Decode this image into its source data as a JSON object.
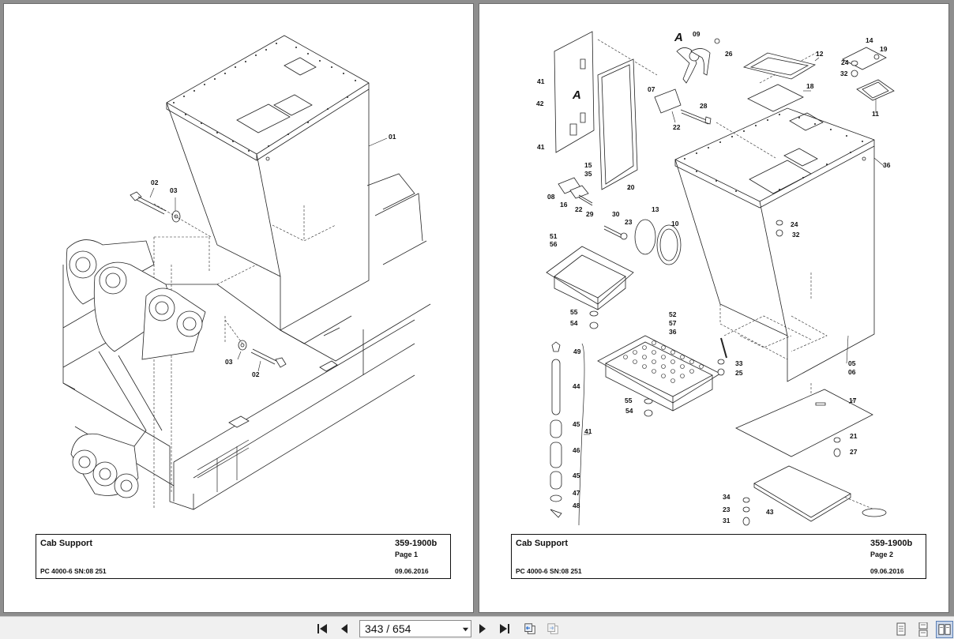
{
  "viewer": {
    "page_indicator": "343 / 654"
  },
  "pages": [
    {
      "title": "Cab Support",
      "doc_number": "359-1900b",
      "page_label": "Page 1",
      "model": "PC 4000-6 SN:08 251",
      "date": "09.06.2016",
      "callouts": [
        "01",
        "02",
        "03",
        "03",
        "02"
      ]
    },
    {
      "title": "Cab Support",
      "doc_number": "359-1900b",
      "page_label": "Page 2",
      "model": "PC 4000-6 SN:08 251",
      "date": "09.06.2016",
      "detail_label": "A",
      "callouts": [
        "09",
        "26",
        "12",
        "14",
        "19",
        "24",
        "32",
        "11",
        "18",
        "07",
        "28",
        "22",
        "41",
        "42",
        "41",
        "15",
        "35",
        "20",
        "36",
        "08",
        "16",
        "22",
        "29",
        "30",
        "23",
        "13",
        "10",
        "24",
        "32",
        "51",
        "56",
        "55",
        "54",
        "52",
        "57",
        "36",
        "49",
        "44",
        "41",
        "45",
        "46",
        "45",
        "47",
        "48",
        "33",
        "25",
        "05",
        "06",
        "55",
        "54",
        "17",
        "21",
        "27",
        "34",
        "23",
        "31",
        "43"
      ]
    }
  ],
  "icons": {
    "first_page": "first-page-icon",
    "prev_page": "previous-page-icon",
    "next_page": "next-page-icon",
    "last_page": "last-page-icon",
    "go_back": "go-back-view-icon",
    "go_forward": "go-forward-view-icon",
    "single_page": "single-page-view-icon",
    "continuous": "continuous-view-icon",
    "facing": "facing-pages-view-icon"
  }
}
